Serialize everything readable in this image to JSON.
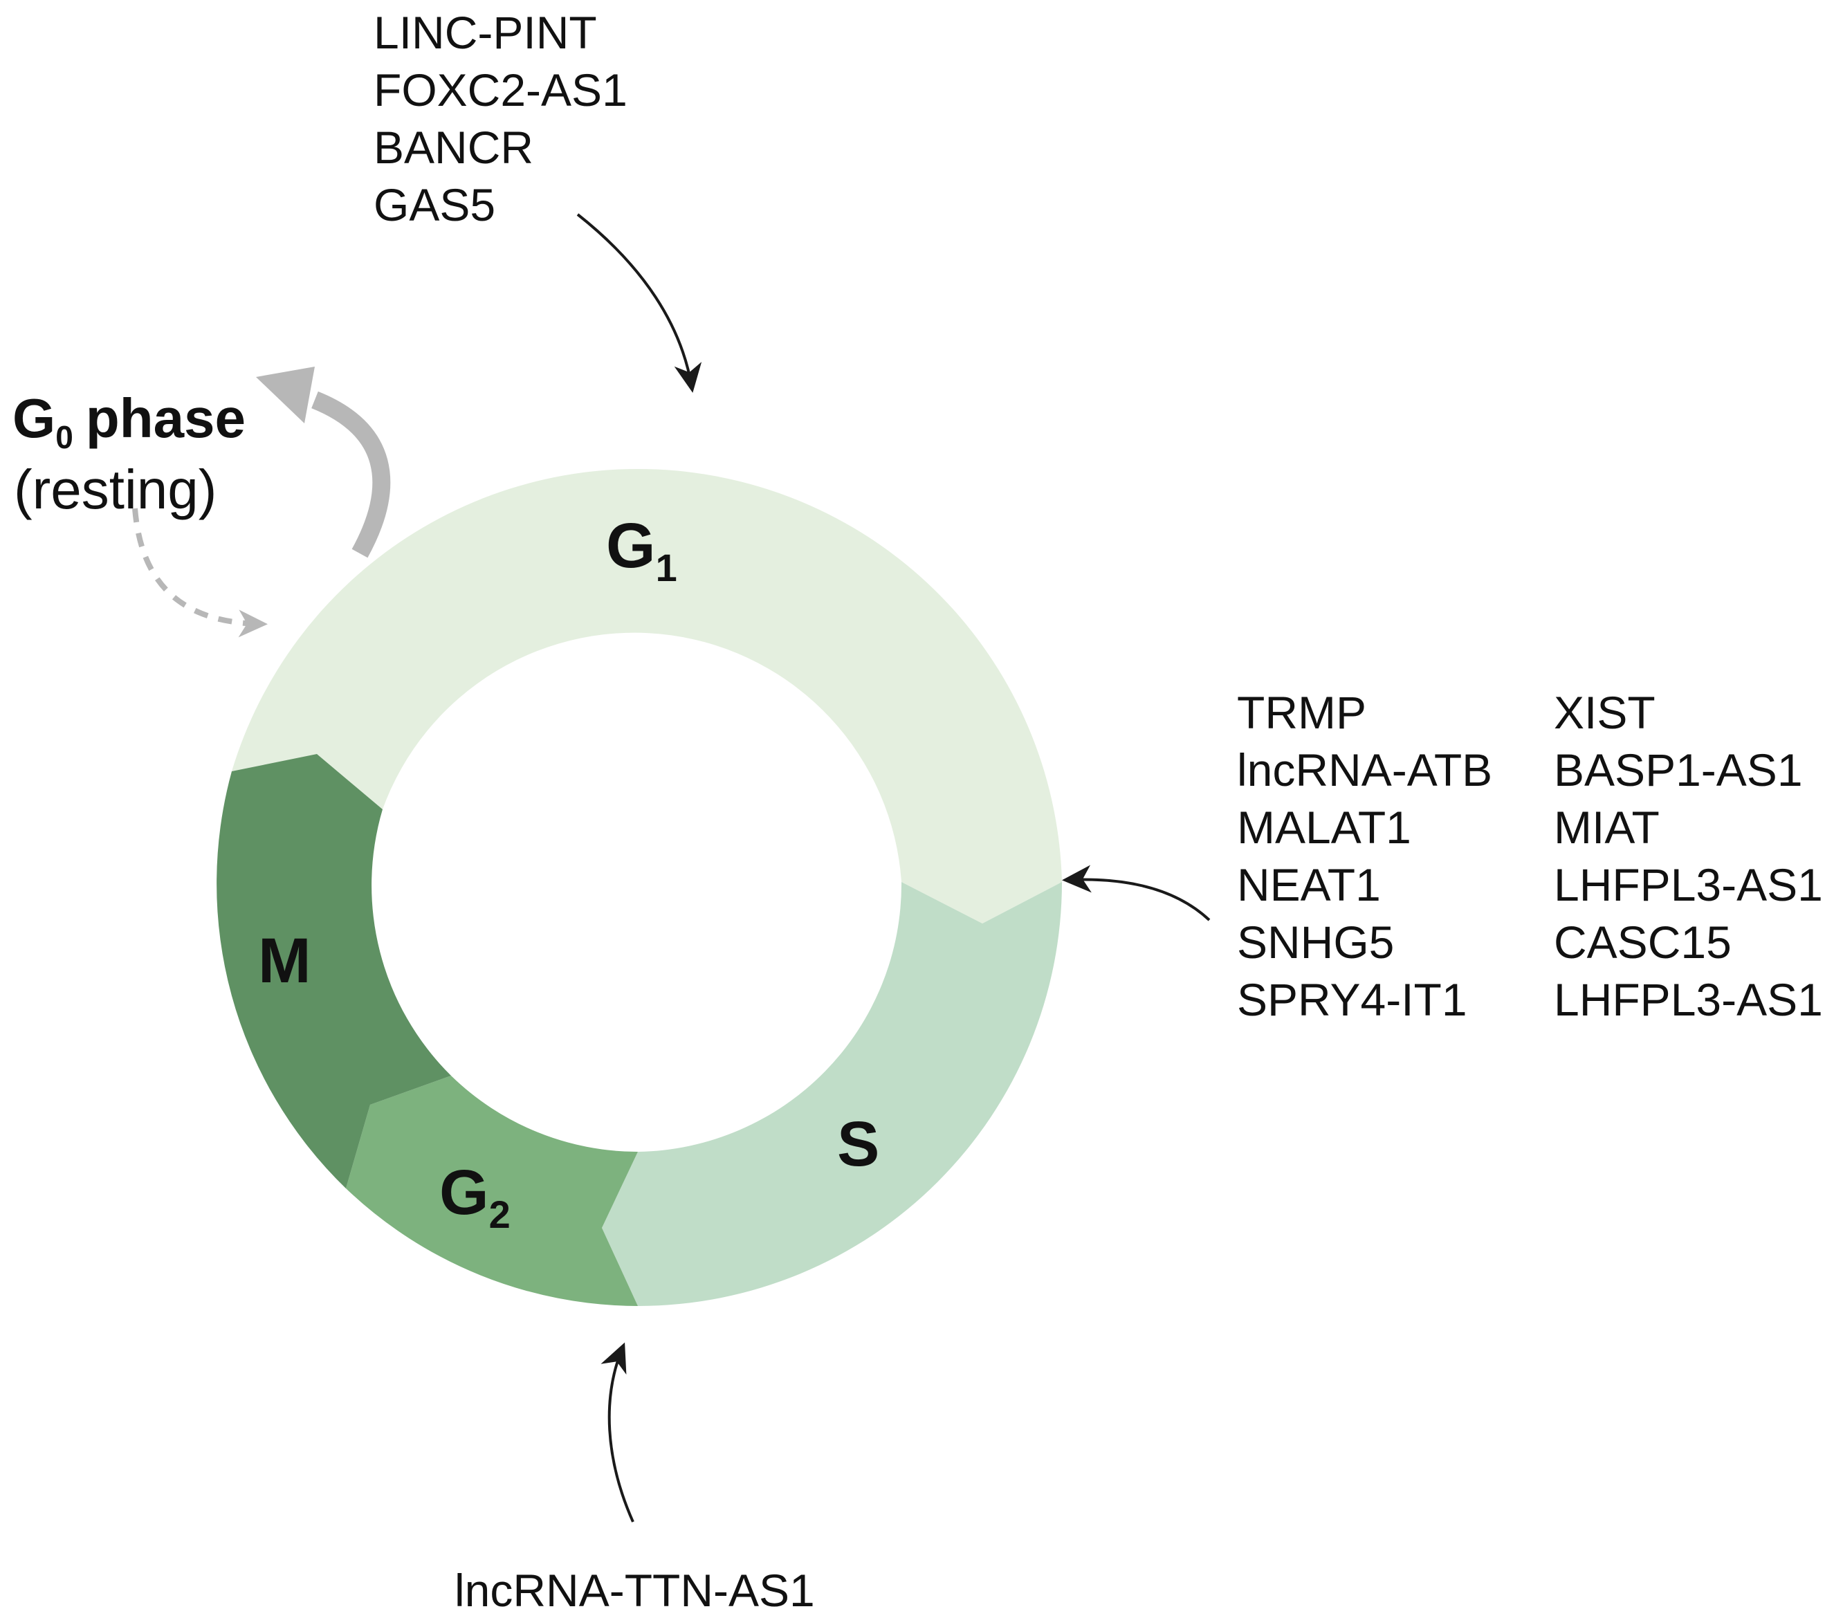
{
  "phases": {
    "g1": {
      "main": "G",
      "sub": "1",
      "color": "#e4efdf"
    },
    "s": {
      "label": "S",
      "color": "#c0ddc8"
    },
    "g2": {
      "main": "G",
      "sub": "2",
      "color": "#7db27e"
    },
    "m": {
      "label": "M",
      "color": "#5f9163"
    }
  },
  "g0": {
    "main": "G",
    "sub": "0",
    "phase_word": "phase",
    "resting": "(resting)",
    "arrow_color": "#b7b7b7"
  },
  "g1_regulators": [
    "LINC-PINT",
    "FOXC2-AS1",
    "BANCR",
    "GAS5"
  ],
  "s_regulators": {
    "col1": [
      "TRMP",
      "lncRNA-ATB",
      "MALAT1",
      "NEAT1",
      "SNHG5",
      "SPRY4-IT1"
    ],
    "col2": [
      "XIST",
      "BASP1-AS1",
      "MIAT",
      "LHFPL3-AS1",
      "CASC15",
      "LHFPL3-AS1"
    ]
  },
  "g2_regulators": [
    "lncRNA-TTN-AS1"
  ],
  "arrow_color": "#1a1a1a"
}
